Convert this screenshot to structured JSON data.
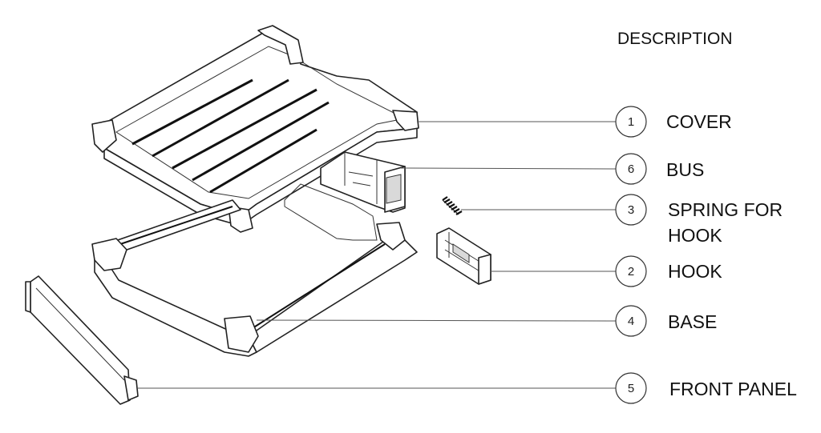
{
  "diagram": {
    "heading": "DESCRIPTION",
    "callouts": [
      {
        "number": "1",
        "label": "COVER"
      },
      {
        "number": "6",
        "label": "BUS"
      },
      {
        "number": "3",
        "label": "SPRING FOR",
        "label_line2": "HOOK"
      },
      {
        "number": "2",
        "label": "HOOK"
      },
      {
        "number": "4",
        "label": "BASE"
      },
      {
        "number": "5",
        "label": "FRONT PANEL"
      }
    ]
  }
}
